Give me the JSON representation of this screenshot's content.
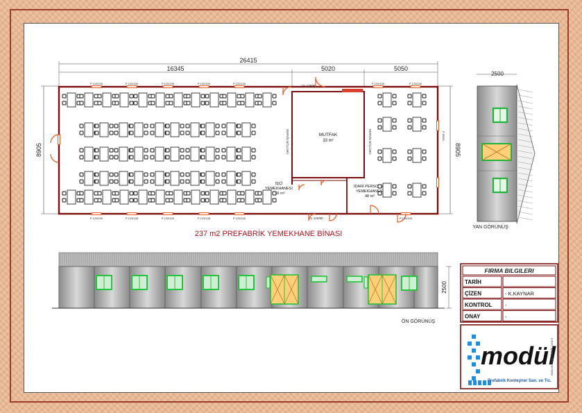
{
  "plan": {
    "dim_total": "26415",
    "dim_left": "16345",
    "dim_mid": "5020",
    "dim_right": "5050",
    "dim_height_left": "8905",
    "dim_height_right": "8905",
    "window_label": "P 120/100",
    "door_label_top": "V1 120/80",
    "door_label_bottom": "V1 120/80",
    "kitchen_name": "MUTFAK",
    "kitchen_area": "33 m²",
    "service_left": "SERVİS BÖLÜMÜ",
    "service_right": "SERVİS BÖLÜMÜ",
    "worker_hall_name": "İŞÇİ",
    "worker_hall_sub": "YEMEKHANESİ",
    "worker_hall_area": "156 m²",
    "staff_hall_name": "İDARİ PERSONEL",
    "staff_hall_sub": "YEMEKHANESİ",
    "staff_hall_area": "48 m²",
    "side_window_label": "P 60/60"
  },
  "title": "237 m2 PREFABRİK YEMEKHANE BİNASI",
  "side_view": {
    "width": "2500",
    "caption": "YAN GÖRÜNÜŞ"
  },
  "front_view": {
    "height": "2500",
    "caption": "ÖN GÖRÜNÜŞ"
  },
  "company_box": {
    "header": "FIRMA BILGILERI",
    "rows": [
      {
        "label": "TARİH",
        "value": ""
      },
      {
        "label": "ÇİZEN",
        "value": "- K.KAYNAR"
      },
      {
        "label": "KONTROL",
        "value": "-"
      },
      {
        "label": "ONAY",
        "value": "-"
      }
    ]
  },
  "logo": {
    "brand": "modül",
    "tagline": "Prefabrik Konteyner San. ve Tic.",
    "website": "www.modulprefabrik.com.tr"
  },
  "colors": {
    "wall": "#7a0c0c",
    "door": "#e85a1a",
    "window_green": "#21c43a",
    "frame_border": "#9a3a2a"
  }
}
